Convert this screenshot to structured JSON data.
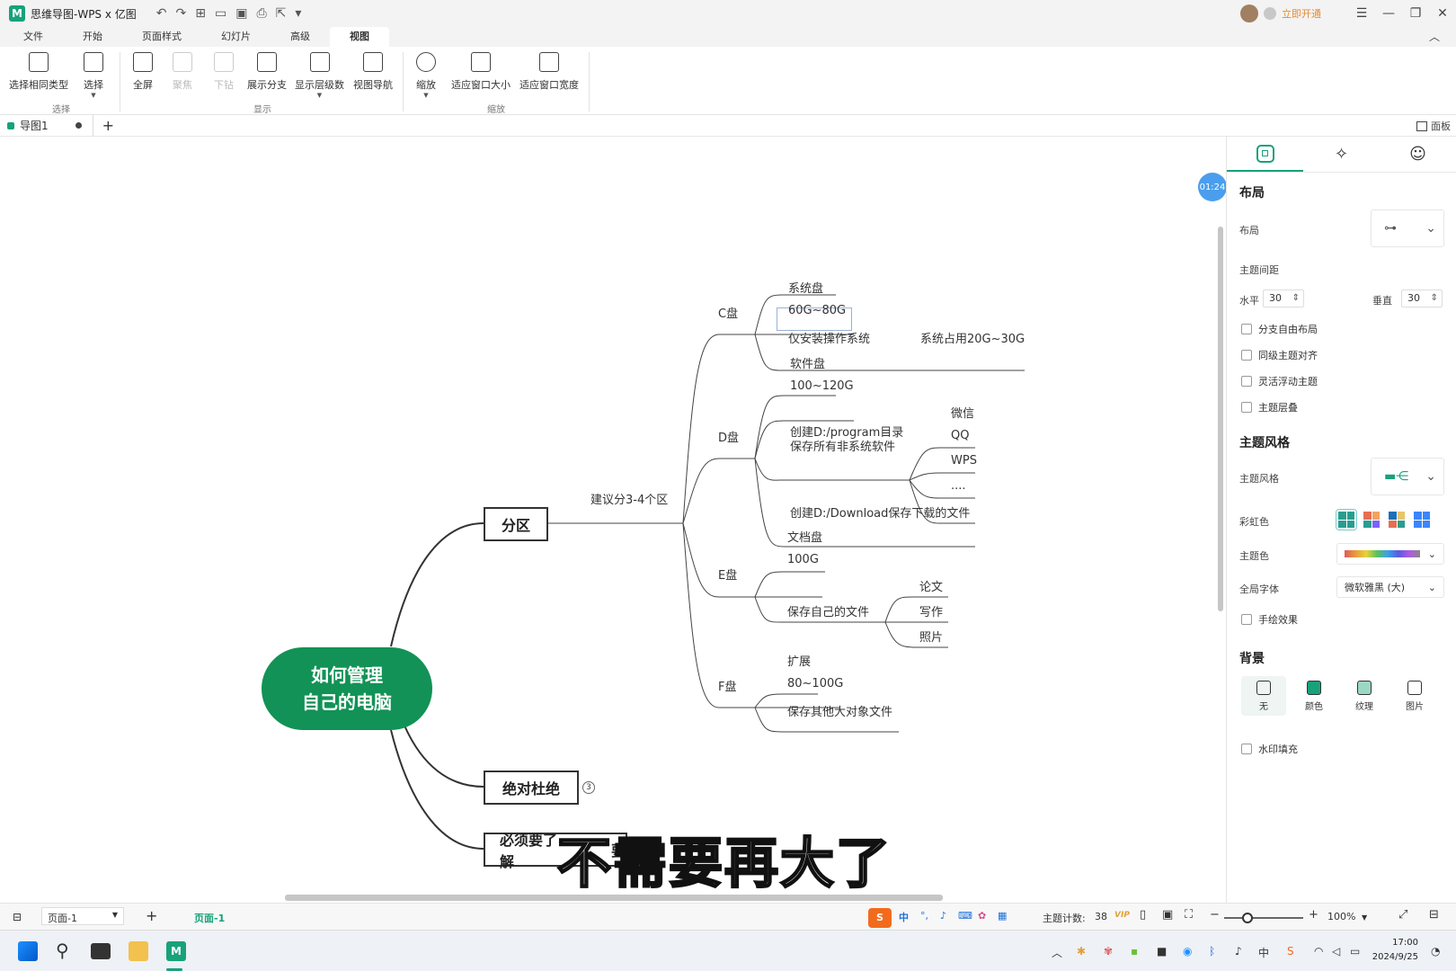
{
  "window": {
    "title": "思维导图-WPS x 亿图",
    "vip_link": "立即开通"
  },
  "menu": {
    "tabs": [
      "文件",
      "开始",
      "页面样式",
      "幻灯片",
      "高级",
      "视图"
    ],
    "active_index": 5
  },
  "ribbon": {
    "buttons": [
      "选择相同类型",
      "选择",
      "全屏",
      "聚焦",
      "下钻",
      "展示分支",
      "显示层级数",
      "视图导航",
      "缩放",
      "适应窗口大小",
      "适应窗口宽度"
    ],
    "groups": [
      "选择",
      "显示",
      "缩放"
    ]
  },
  "doc_tab": {
    "name": "导图1"
  },
  "panel_toggle": "面板",
  "timer": "01:24",
  "mindmap": {
    "root": [
      "如何管理",
      "自己的电脑"
    ],
    "branch_partition": "分区",
    "partition_note": "建议分3-4个区",
    "branch_never": "绝对杜绝",
    "never_badge": "3",
    "branch_must_partial": "必须要了解",
    "branch_must_tail": "要",
    "c_drive": "C盘",
    "c_items": [
      "系统盘",
      "60G~80G",
      "仅安装操作系统"
    ],
    "c_note": "系统占用20G~30G",
    "d_drive": "D盘",
    "d_items": [
      "软件盘",
      "100~120G"
    ],
    "d_program": [
      "创建D:/program目录",
      "保存所有非系统软件"
    ],
    "d_software": [
      "微信",
      "QQ",
      "WPS",
      "...."
    ],
    "d_download": "创建D:/Download保存下载的文件",
    "e_drive": "E盘",
    "e_items": [
      "文档盘",
      "100G",
      "保存自己的文件"
    ],
    "e_files": [
      "论文",
      "写作",
      "照片"
    ],
    "f_drive": "F盘",
    "f_items": [
      "扩展",
      "80~100G",
      "保存其他大对象文件"
    ]
  },
  "subtitle": "不需要再大了",
  "right_panel": {
    "layout_heading": "布局",
    "layout_label": "布局",
    "spacing_label": "主题间距",
    "horizontal_label": "水平",
    "horizontal_value": "30",
    "vertical_label": "垂直",
    "vertical_value": "30",
    "checkboxes": [
      "分支自由布局",
      "同级主题对齐",
      "灵活浮动主题",
      "主题层叠"
    ],
    "style_heading": "主题风格",
    "style_label": "主题风格",
    "rainbow_label": "彩虹色",
    "theme_color_label": "主题色",
    "font_label": "全局字体",
    "font_value": "微软雅黑 (大)",
    "hand_drawn": "手绘效果",
    "bg_heading": "背景",
    "bg_options": [
      "无",
      "颜色",
      "纹理",
      "图片"
    ],
    "watermark": "水印填充"
  },
  "status": {
    "page_select": "页面-1",
    "page_tab": "页面-1",
    "ime": "中",
    "topic_count_label": "主题计数:",
    "topic_count": "38",
    "vip": "VIP",
    "zoom": "100%"
  },
  "taskbar": {
    "time": "17:00",
    "date": "2024/9/25"
  },
  "colors": {
    "accent": "#17a27a",
    "root_fill": "#129256",
    "timer": "#4a9eed"
  }
}
